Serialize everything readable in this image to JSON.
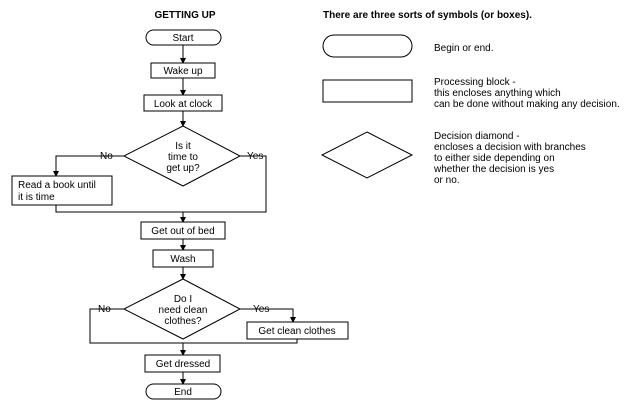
{
  "flowchart": {
    "title": "GETTING UP",
    "nodes": {
      "start": "Start",
      "wake_up": "Wake up",
      "look_at_clock": "Look at clock",
      "decision_time": [
        "Is it",
        "time to",
        "get up?"
      ],
      "read_book": [
        "Read a book until",
        "it is time"
      ],
      "get_out_of_bed": "Get out of bed",
      "wash": "Wash",
      "decision_clothes": [
        "Do I",
        "need clean",
        "clothes?"
      ],
      "get_clean_clothes": "Get clean clothes",
      "get_dressed": "Get dressed",
      "end": "End"
    },
    "branch_labels": {
      "time_no": "No",
      "time_yes": "Yes",
      "clothes_no": "No",
      "clothes_yes": "Yes"
    }
  },
  "legend": {
    "title": "There are three sorts of symbols (or boxes).",
    "items": [
      {
        "shape": "terminator",
        "lines": [
          "Begin or end."
        ]
      },
      {
        "shape": "process",
        "lines": [
          "Processing block -",
          "this encloses anything which",
          "can be done without making any decision."
        ]
      },
      {
        "shape": "decision",
        "lines": [
          "Decision diamond -",
          "encloses a decision with branches",
          "to either side depending on",
          "whether the decision is yes",
          "or no."
        ]
      }
    ]
  }
}
